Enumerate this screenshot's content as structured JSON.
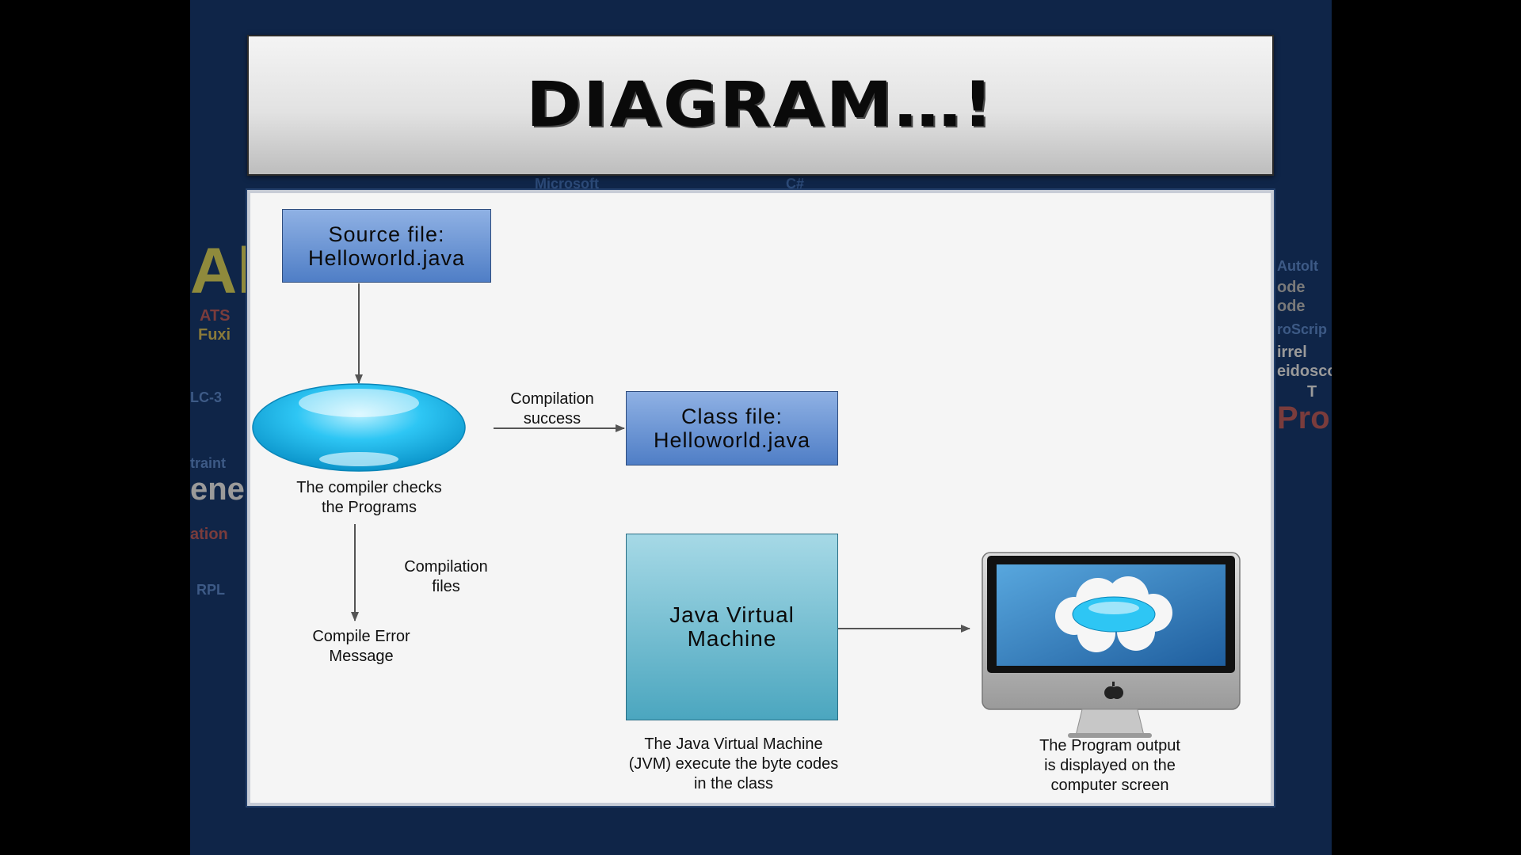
{
  "slide": {
    "title": "DIAGRAM…!",
    "background_color": "#0f2548",
    "background_words": [
      "Microsoft",
      "C#",
      "Al",
      "ATS",
      "Fuxi",
      "LC-3",
      "traint",
      "ene",
      "ation",
      "RPL",
      "Autolt",
      "ode",
      "ode",
      "roScrip",
      "irrel",
      "eidosco",
      "T",
      "Pro"
    ]
  },
  "diagram": {
    "source_box": "Source file:\nHelloworld.java",
    "compiler_label": "The compiler checks\nthe Programs",
    "edge_success_label": "Compilation\nsuccess",
    "class_box": "Class  file:\nHelloworld.java",
    "edge_error_label": "Compilation\nfiles",
    "error_label": "Compile Error\nMessage",
    "jvm_box": "Java Virtual\nMachine",
    "jvm_label": "The Java Virtual Machine\n(JVM) execute the byte codes\nin the class",
    "screen_label": "The Program output\nis displayed on the\ncomputer screen"
  },
  "colors": {
    "box_blue": "#6a95d6",
    "box_teal": "#6cbfd3",
    "ellipse": "#29c2f0",
    "panel": "#f5f5f5"
  },
  "icons": [
    "compiler-ellipse-icon",
    "computer-monitor-icon",
    "cloud-icon",
    "apple-logo-icon"
  ]
}
